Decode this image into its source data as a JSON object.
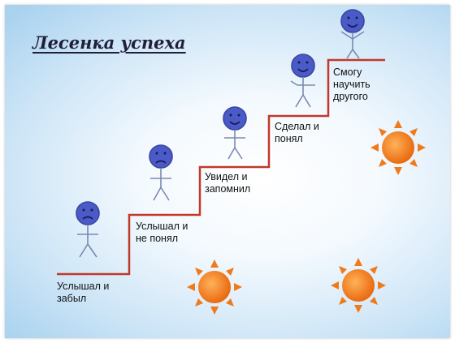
{
  "title": "Лесенка успеха",
  "steps": [
    {
      "lines": [
        "Услышал и",
        "забыл"
      ],
      "mood": "sad"
    },
    {
      "lines": [
        "Услышал и",
        "не понял"
      ],
      "mood": "sad"
    },
    {
      "lines": [
        "Увидел и",
        "запомнил"
      ],
      "mood": "happy"
    },
    {
      "lines": [
        "Сделал и",
        "понял"
      ],
      "mood": "happy"
    },
    {
      "lines": [
        "Смогу",
        "научить",
        "другого"
      ],
      "mood": "happy"
    }
  ],
  "colors": {
    "stair_line": "#c0392b",
    "face": "#4a5ac8",
    "sun": "#f07a1a"
  },
  "decorations": [
    "sun-icon",
    "sun-icon",
    "sun-icon"
  ]
}
